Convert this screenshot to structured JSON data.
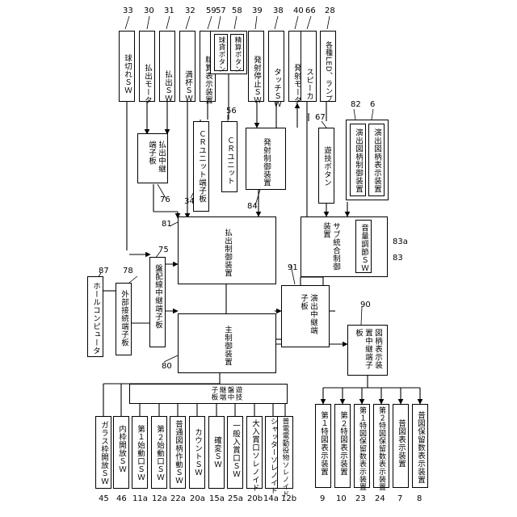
{
  "top_units": [
    {
      "ref": "33",
      "label": "球切れＳＷ"
    },
    {
      "ref": "30",
      "label": "払出モータ"
    },
    {
      "ref": "31",
      "label": "払出ＳＷ"
    },
    {
      "ref": "32",
      "label": "満杯ＳＷ"
    },
    {
      "ref": "59",
      "label": "精算表示装置"
    },
    {
      "ref": "57",
      "label": "球貸ボタン"
    },
    {
      "ref": "58",
      "label": "精算ボタン"
    },
    {
      "ref": "39",
      "label": "発射停止ＳＷ"
    },
    {
      "ref": "38",
      "label": "タッチＳＷ"
    },
    {
      "ref": "40",
      "label": "発射モータ"
    },
    {
      "ref": "66",
      "label": "スピーカ"
    },
    {
      "ref": "28",
      "label": "各種LED、ランプ"
    }
  ],
  "middle": {
    "relay_payout": {
      "ref": "76",
      "label": "払出中継端子板"
    },
    "cr_terminal": {
      "ref": "34",
      "label": "ＣＲユニット端子板"
    },
    "cr_unit": {
      "ref": "56",
      "label": "ＣＲユニット"
    },
    "launch_ctrl": {
      "ref": "84",
      "label": "発射制御装置"
    },
    "skill_button": {
      "ref": "67",
      "label": "遊技ボタン"
    },
    "display_group": {
      "ref": "82",
      "label2": "6",
      "items": [
        "演出図柄制御装置",
        "演出図柄表示装置"
      ]
    },
    "payout_ctrl": {
      "ref": "81",
      "label": "払出制御装置"
    },
    "sub_ctrl": {
      "ref": "83",
      "ref_a": "83a",
      "label": "サブ統合制御装置",
      "volume": "音量調節ＳＷ"
    },
    "relay_board": {
      "ref": "75",
      "label": "盤配線中継端子板"
    },
    "hall_computer": {
      "ref": "87",
      "label": "ホールコンピュータ"
    },
    "external_terminal": {
      "ref": "78",
      "label": "外部接続端子板"
    },
    "effect_relay": {
      "ref": "91",
      "label": "演出中継端子板"
    },
    "main_ctrl": {
      "ref": "80",
      "label": "主制御装置"
    },
    "symbol_relay": {
      "ref": "90",
      "label": "図柄表示装置中継端子板"
    },
    "game_relay": {
      "label": "遊技盤中継端子板"
    }
  },
  "bottom_left": [
    {
      "ref": "45",
      "label": "ガラス枠開放ＳＷ"
    },
    {
      "ref": "46",
      "label": "内枠開放ＳＷ"
    },
    {
      "ref": "11a",
      "label": "第１始動口ＳＷ"
    },
    {
      "ref": "12a",
      "label": "第２始動口ＳＷ"
    },
    {
      "ref": "22a",
      "label": "普通図柄作動ＳＷ"
    },
    {
      "ref": "20a",
      "label": "カウントＳＷ"
    },
    {
      "ref": "15a",
      "label": "確変ＳＷ"
    },
    {
      "ref": "25a",
      "label": "一般入賞口ＳＷ"
    },
    {
      "ref": "20b",
      "label": "大入賞口ソレノイド"
    },
    {
      "ref": "14a",
      "label": "シャッターソレノイド"
    },
    {
      "ref": "12b",
      "label": "普電電動役物ソレノイド"
    }
  ],
  "bottom_right": [
    {
      "ref": "9",
      "label": "第１特図表示装置"
    },
    {
      "ref": "10",
      "label": "第２特図表示装置"
    },
    {
      "ref": "23",
      "label": "第１特図保留数表示装置"
    },
    {
      "ref": "24",
      "label": "第２特図保留数表示装置"
    },
    {
      "ref": "7",
      "label": "普図表示装置"
    },
    {
      "ref": "8",
      "label": "普図保留数表示装置"
    }
  ]
}
